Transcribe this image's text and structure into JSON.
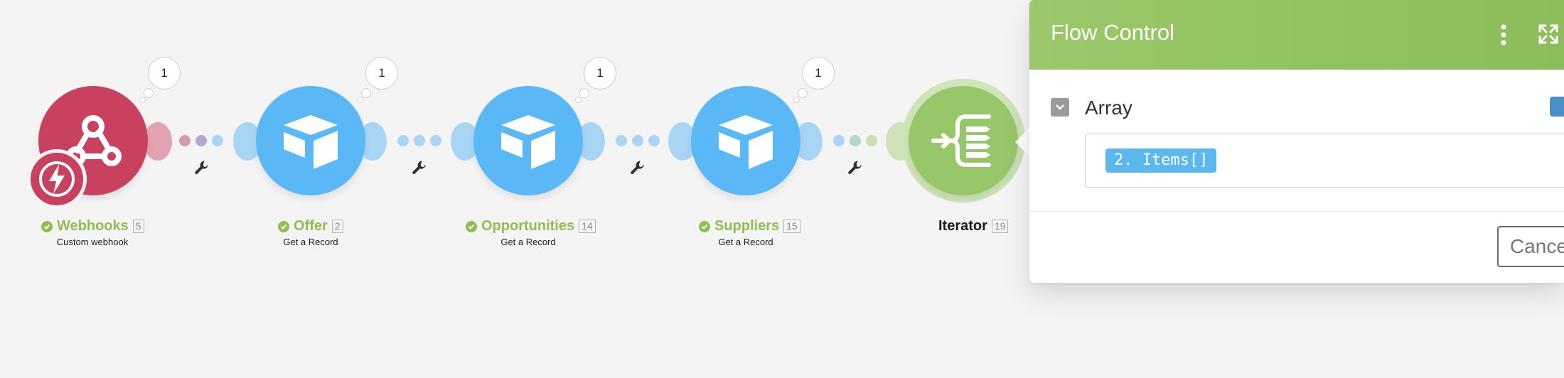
{
  "colors": {
    "webhook": "#c8415f",
    "airtable": "#5ab8f7",
    "iterator": "#98c76a",
    "success": "#8cc152",
    "panel_header": "#93c35f"
  },
  "modules": [
    {
      "name": "Webhooks",
      "id": "5",
      "subtitle": "Custom webhook",
      "bubble": "1",
      "icon": "webhook-icon"
    },
    {
      "name": "Offer",
      "id": "2",
      "subtitle": "Get a Record",
      "bubble": "1",
      "icon": "airtable-icon"
    },
    {
      "name": "Opportunities",
      "id": "14",
      "subtitle": "Get a Record",
      "bubble": "1",
      "icon": "airtable-icon"
    },
    {
      "name": "Suppliers",
      "id": "15",
      "subtitle": "Get a Record",
      "bubble": "1",
      "icon": "airtable-icon"
    },
    {
      "name": "Iterator",
      "id": "19",
      "icon": "iterator-icon"
    }
  ],
  "panel": {
    "title": "Flow Control",
    "field_label": "Array",
    "field_value": "2. Items[]",
    "cancel_label": "Cancel"
  }
}
